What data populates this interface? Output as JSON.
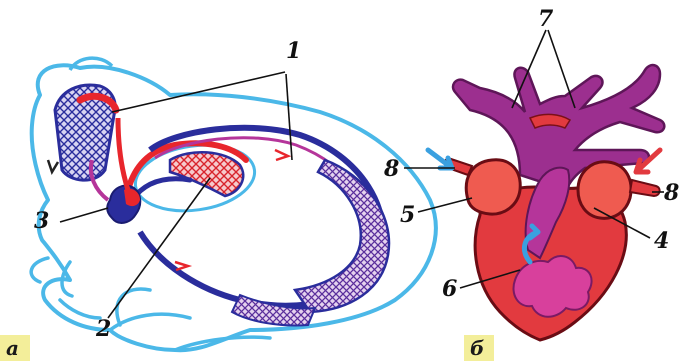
{
  "panels": {
    "a": {
      "letter": "а"
    },
    "b": {
      "letter": "б"
    }
  },
  "labels": {
    "l1": "1",
    "l2": "2",
    "l3": "3",
    "l4": "4",
    "l5": "5",
    "l6": "6",
    "l7": "7",
    "l8_left": "8",
    "l8_right": "8"
  },
  "colors": {
    "frog_outline": "#4bb8e8",
    "arterial": "#e8262c",
    "venous": "#2a2d9c",
    "mixed": "#b5359a",
    "heart_body": "#e23a3f",
    "atrium": "#ef5b50",
    "vessel_purple": "#9c2f8f",
    "blue_arrow": "#3aa0e0",
    "panel_letter_bg": "#f3ee9a"
  }
}
